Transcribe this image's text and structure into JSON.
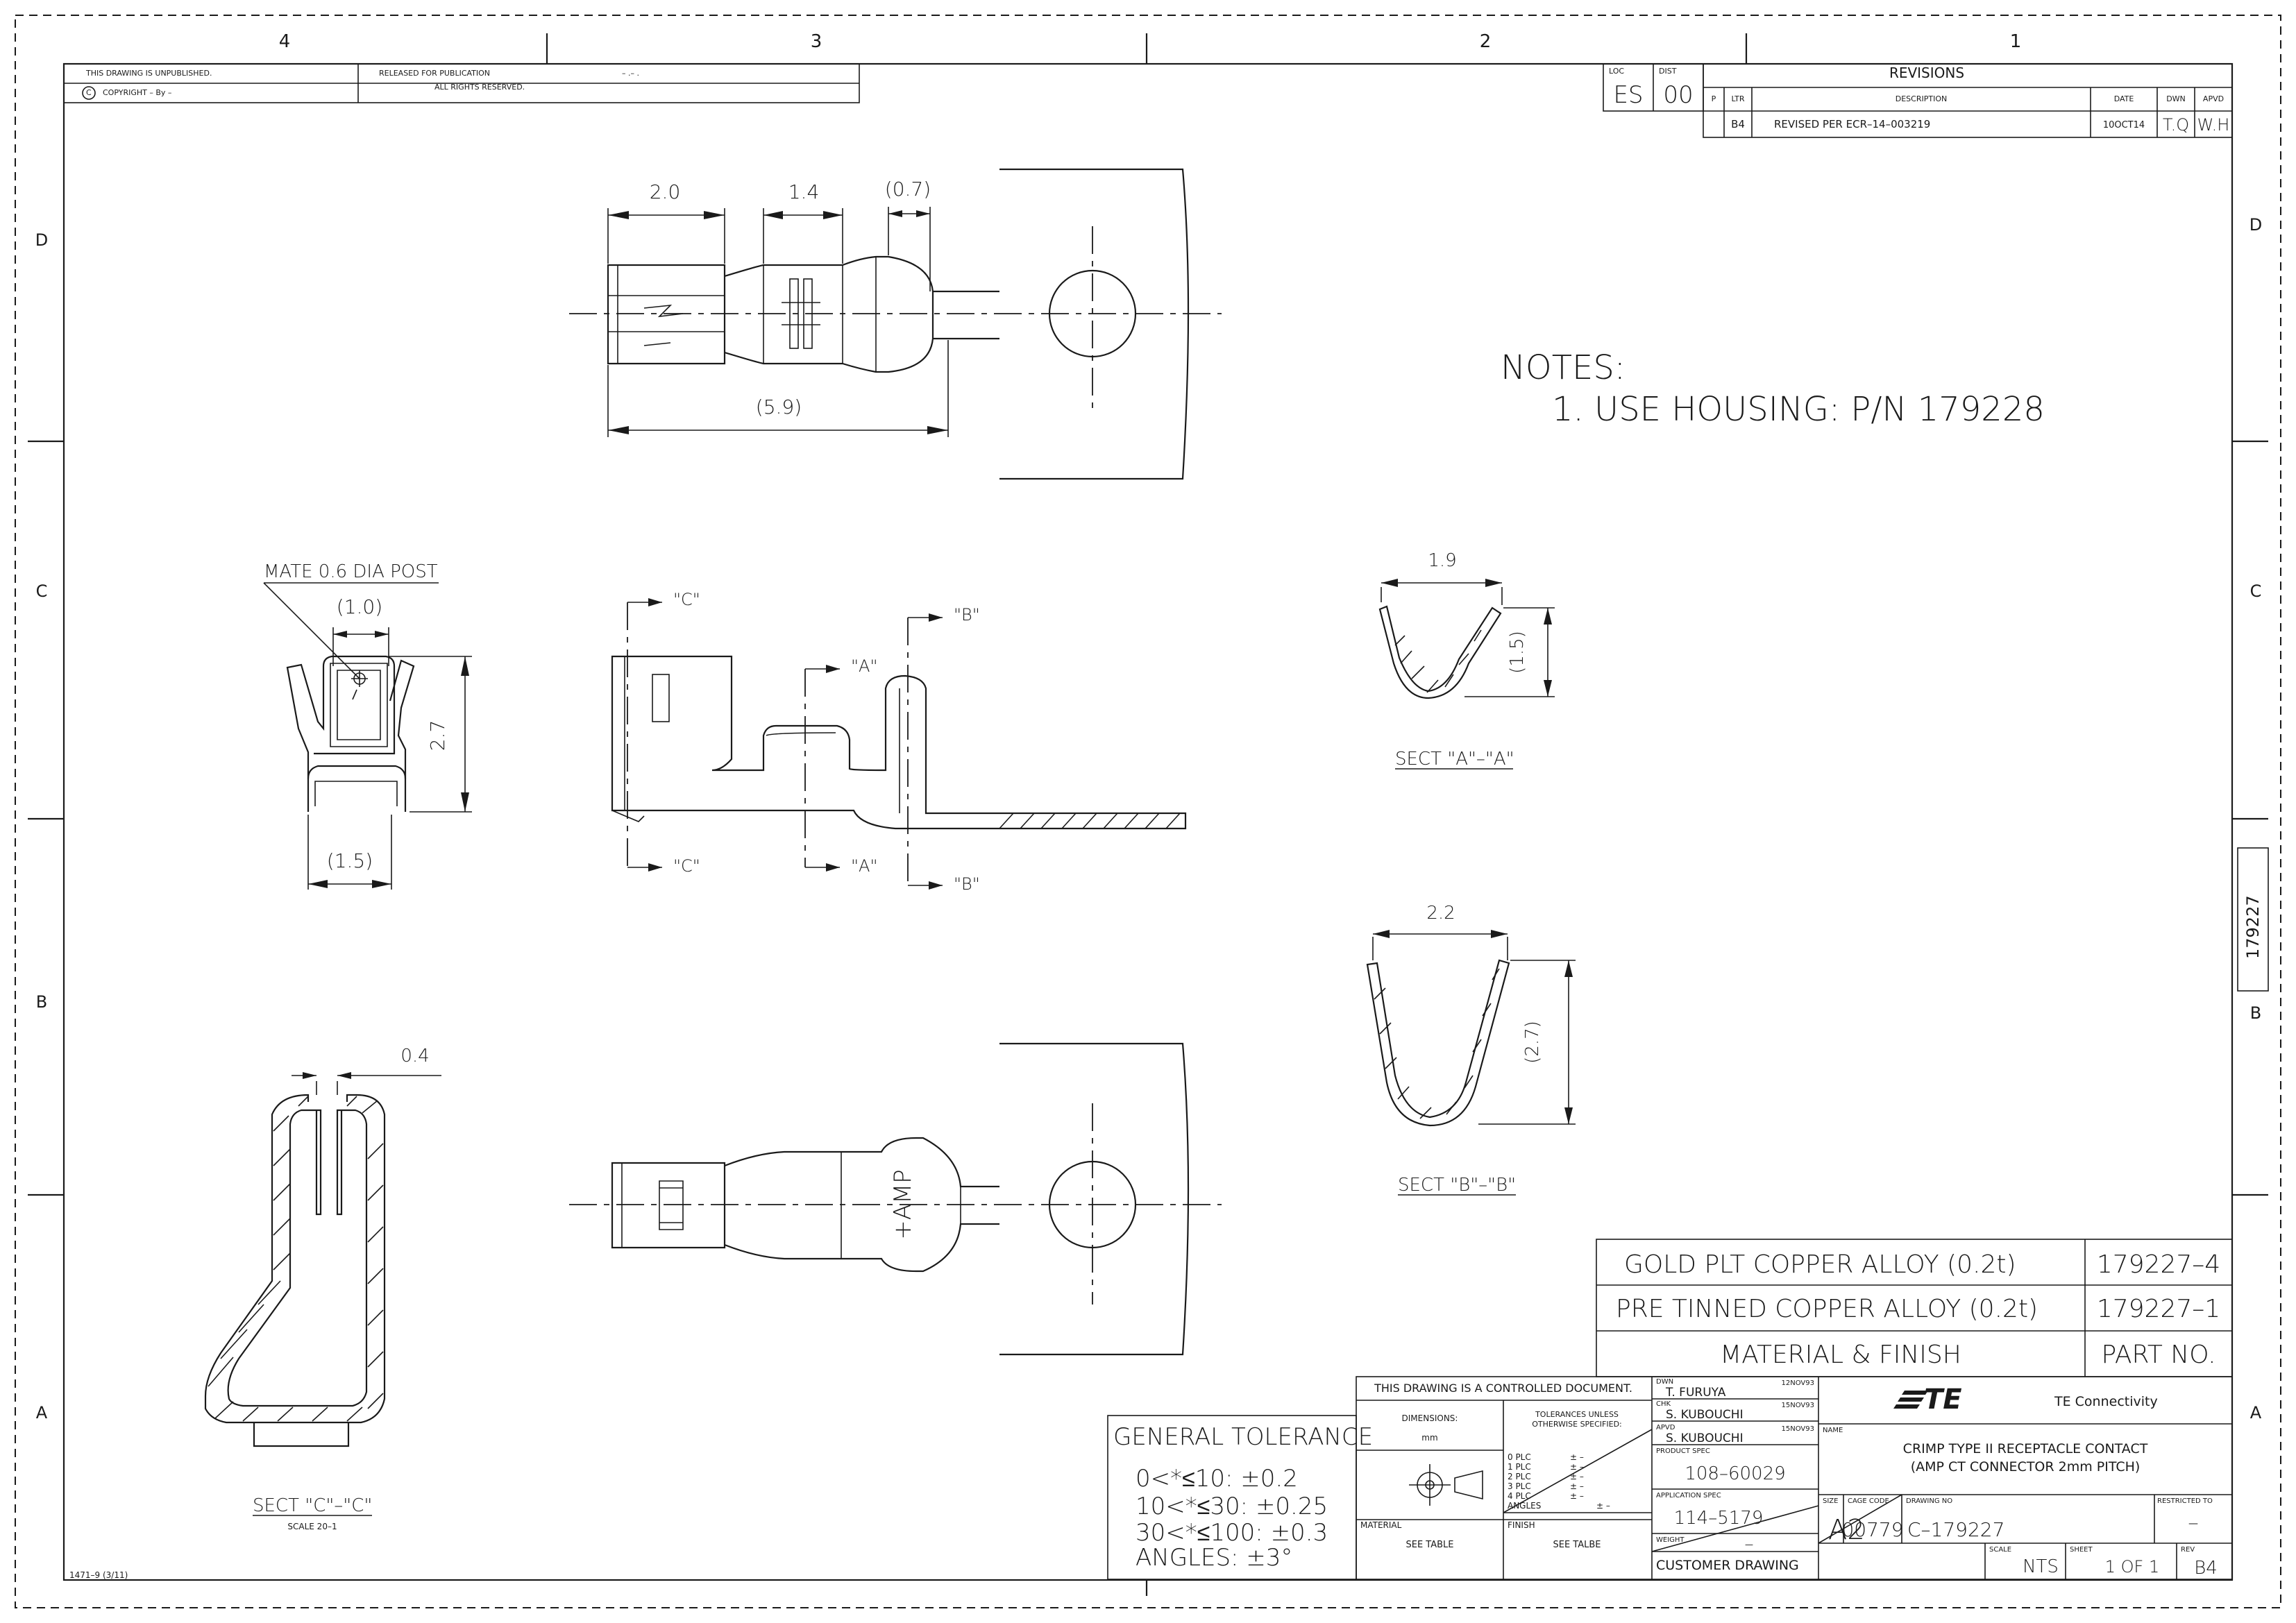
{
  "zones": {
    "top": [
      "4",
      "3",
      "2",
      "1"
    ],
    "side": [
      "D",
      "C",
      "B",
      "A"
    ]
  },
  "header": {
    "unpublished": "THIS DRAWING IS UNPUBLISHED.",
    "released": "RELEASED FOR PUBLICATION",
    "released_date": "– .–   .",
    "copyright": "COPYRIGHT  –    By –",
    "rights": "ALL RIGHTS RESERVED."
  },
  "loc_dist": {
    "loc_label": "LOC",
    "loc_value": "ES",
    "dist_label": "DIST",
    "dist_value": "00"
  },
  "revisions": {
    "title": "REVISIONS",
    "col_p": "P",
    "col_ltr": "LTR",
    "col_desc": "DESCRIPTION",
    "col_date": "DATE",
    "col_dwn": "DWN",
    "col_apvd": "APVD",
    "row": {
      "ltr": "B4",
      "desc": "REVISED PER ECR–14–003219",
      "date": "10OCT14",
      "dwn": "T.Q",
      "apvd": "W.H"
    }
  },
  "notes": {
    "title": "NOTES:",
    "item1": "1.  USE HOUSING: P/N 179228"
  },
  "dims": {
    "d_20": "2.0",
    "d_14": "1.4",
    "d_07": "(0.7)",
    "d_59": "(5.9)",
    "mate": "MATE 0.6 DIA POST",
    "d_10": "(1.0)",
    "d_27": "2.7",
    "d_15": "(1.5)",
    "d_04": "0.4",
    "a_19": "1.9",
    "a_15": "(1.5)",
    "b_22": "2.2",
    "b_27": "(2.7)"
  },
  "section_markers": {
    "c": "\"C\"",
    "a": "\"A\"",
    "b": "\"B\""
  },
  "sections": {
    "aa": "SECT  \"A\"–\"A\"",
    "bb": "SECT  \"B\"–\"B\"",
    "cc": "SECT  \"C\"–\"C\"",
    "cc_scale": "SCALE 20–1"
  },
  "amp_mark": "+AMP",
  "side_part": "179227",
  "materials": {
    "rows": [
      {
        "desc": "GOLD PLT COPPER ALLOY (0.2t)",
        "part": "179227–4"
      },
      {
        "desc": "PRE TINNED COPPER ALLOY (0.2t)",
        "part": "179227–1"
      }
    ],
    "header_desc": "MATERIAL & FINISH",
    "header_part": "PART NO."
  },
  "tolerance": {
    "title": "GENERAL TOLERANCE",
    "l1": "0<*≤10:  ±0.2",
    "l2": "10<*≤30:  ±0.25",
    "l3": "30<*≤100:  ±0.3",
    "l4": "ANGLES:  ±3°"
  },
  "title_block": {
    "controlled": "THIS DRAWING IS A CONTROLLED DOCUMENT.",
    "dimensions_label": "DIMENSIONS:",
    "dimensions_unit": "mm",
    "tol_unless": "TOLERANCES UNLESS",
    "tol_otherwise": "OTHERWISE SPECIFIED:",
    "plc": [
      "0  PLC",
      "1  PLC",
      "2  PLC",
      "3  PLC",
      "4  PLC",
      "ANGLES"
    ],
    "plc_val": [
      "±   –",
      "±   –",
      "±   –",
      "±   –",
      "±   –",
      "±   –"
    ],
    "material_label": "MATERIAL",
    "material_value": "SEE TABLE",
    "finish_label": "FINISH",
    "finish_value": "SEE TALBE",
    "dwn_label": "DWN",
    "dwn_name": "T.  FURUYA",
    "dwn_date": "12NOV93",
    "chk_label": "CHK",
    "chk_name": "S.  KUBOUCHI",
    "chk_date": "15NOV93",
    "apvd_label": "APVD",
    "apvd_name": "S.  KUBOUCHI",
    "apvd_date": "15NOV93",
    "product_spec_label": "PRODUCT SPEC",
    "product_spec": "108–60029",
    "application_spec_label": "APPLICATION SPEC",
    "application_spec": "114–5179",
    "weight_label": "WEIGHT",
    "weight_value": "—",
    "customer_drawing": "CUSTOMER DRAWING",
    "company_logo": "TE",
    "company_name": "TE Connectivity",
    "name_label": "NAME",
    "name_l1": "CRIMP TYPE II RECEPTACLE CONTACT",
    "name_l2": "(AMP CT CONNECTOR 2mm PITCH)",
    "size_label": "SIZE",
    "size_value": "A2",
    "cage_label": "CAGE CODE",
    "cage_value": "00779",
    "dwgno_label": "DRAWING NO",
    "dwgno_value": "C–179227",
    "restricted_label": "RESTRICTED TO",
    "restricted_value": "—",
    "scale_label": "SCALE",
    "scale_value": "NTS",
    "sheet_label": "SHEET",
    "sheet_value": "1  OF  1",
    "rev_label": "REV",
    "rev_value": "B4"
  },
  "form_no": "1471–9  (3/11)"
}
